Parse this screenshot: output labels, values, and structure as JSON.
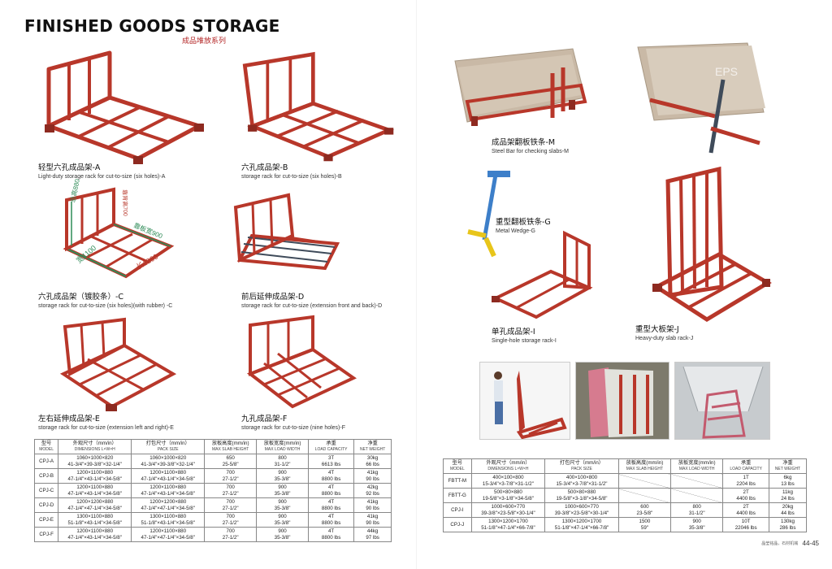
{
  "header": {
    "title": "FINISHED GOODS STORAGE",
    "subtitle": "成品堆放系列"
  },
  "products": {
    "a": {
      "cn": "轻型六孔成品架-A",
      "en": "Light-duty storage rack for cut-to-size (six holes)-A"
    },
    "b": {
      "cn": "六孔成品架-B",
      "en": "storage rack for cut-to-size (six holes)-B"
    },
    "c": {
      "cn": "六孔成品架（镀胶条）-C",
      "en": "storage rack for cut-to-size (six holes)(with rubber) -C"
    },
    "d": {
      "cn": "前后延伸成品架-D",
      "en": "storage rack for cut-to-size (extension front and back)-D"
    },
    "e": {
      "cn": "左右延伸成品架-E",
      "en": "storage rack for cut-to-size (extension left and right)-E"
    },
    "f": {
      "cn": "九孔成品架-F",
      "en": "storage rack for cut-to-size (nine holes)-F"
    },
    "m": {
      "cn": "成品架翻板铁条-M",
      "en": "Steel Bar for checking slabs-M"
    },
    "g": {
      "cn": "重型翻板铁条-G",
      "en": "Metal Wedge-G"
    },
    "i": {
      "cn": "单孔成品架-I",
      "en": "Single-hole storage rack-I"
    },
    "j": {
      "cn": "重型大板架-J",
      "en": "Heavy-duty slab rack-J"
    }
  },
  "dimension_labels": {
    "height_total": "总高880",
    "height_panel": "靠背高700",
    "width_panel": "靠板宽900",
    "width": "宽1100",
    "length": "长1200"
  },
  "watermark": "EPS",
  "table_left": {
    "headers": [
      {
        "cn": "型号",
        "en": "MODEL"
      },
      {
        "cn": "外观尺寸（mm/in）",
        "en": "DIMENSIONS L×W×H"
      },
      {
        "cn": "打包尺寸（mm/in）",
        "en": "PACK SIZE"
      },
      {
        "cn": "放板高度(mm/in)",
        "en": "MAX SLAB HEIGHT"
      },
      {
        "cn": "放板宽度(mm/in)",
        "en": "MAX LOAD WIDTH"
      },
      {
        "cn": "承重",
        "en": "LOAD CAPACITY"
      },
      {
        "cn": "净重",
        "en": "NET WEIGHT"
      }
    ],
    "rows": [
      {
        "model": "CPJ-A",
        "dim_mm": "1060×1000×820",
        "dim_in": "41-3/4\"×39-3/8\"×32-1/4\"",
        "pack_mm": "1060×1000×820",
        "pack_in": "41-3/4\"×39-3/8\"×32-1/4\"",
        "height_mm": "650",
        "height_in": "25-5/8\"",
        "width_mm": "800",
        "width_in": "31-1/2\"",
        "load_t": "3T",
        "load_lbs": "6613 lbs",
        "weight_kg": "30kg",
        "weight_lbs": "66 lbs"
      },
      {
        "model": "CPJ-B",
        "dim_mm": "1200×1100×880",
        "dim_in": "47-1/4\"×43-1/4\"×34-5/8\"",
        "pack_mm": "1200×1100×880",
        "pack_in": "47-1/4\"×43-1/4\"×34-5/8\"",
        "height_mm": "700",
        "height_in": "27-1/2\"",
        "width_mm": "900",
        "width_in": "35-3/8\"",
        "load_t": "4T",
        "load_lbs": "8800 lbs",
        "weight_kg": "41kg",
        "weight_lbs": "90 lbs"
      },
      {
        "model": "CPJ-C",
        "dim_mm": "1200×1100×880",
        "dim_in": "47-1/4\"×43-1/4\"×34-5/8\"",
        "pack_mm": "1200×1100×880",
        "pack_in": "47-1/4\"×43-1/4\"×34-5/8\"",
        "height_mm": "700",
        "height_in": "27-1/2\"",
        "width_mm": "900",
        "width_in": "35-3/8\"",
        "load_t": "4T",
        "load_lbs": "8800 lbs",
        "weight_kg": "42kg",
        "weight_lbs": "92 lbs"
      },
      {
        "model": "CPJ-D",
        "dim_mm": "1200×1200×880",
        "dim_in": "47-1/4\"×47-1/4\"×34-5/8\"",
        "pack_mm": "1200×1200×880",
        "pack_in": "47-1/4\"×47-1/4\"×34-5/8\"",
        "height_mm": "700",
        "height_in": "27-1/2\"",
        "width_mm": "900",
        "width_in": "35-3/8\"",
        "load_t": "4T",
        "load_lbs": "8800 lbs",
        "weight_kg": "41kg",
        "weight_lbs": "90 lbs"
      },
      {
        "model": "CPJ-E",
        "dim_mm": "1300×1100×880",
        "dim_in": "51-1/8\"×43-1/4\"×34-5/8\"",
        "pack_mm": "1300×1100×880",
        "pack_in": "51-1/8\"×43-1/4\"×34-5/8\"",
        "height_mm": "700",
        "height_in": "27-1/2\"",
        "width_mm": "900",
        "width_in": "35-3/8\"",
        "load_t": "4T",
        "load_lbs": "8800 lbs",
        "weight_kg": "41kg",
        "weight_lbs": "90 lbs"
      },
      {
        "model": "CPJ-F",
        "dim_mm": "1200×1100×880",
        "dim_in": "47-1/4\"×43-1/4\"×34-5/8\"",
        "pack_mm": "1200×1100×880",
        "pack_in": "47-1/4\"×47-1/4\"×34-5/8\"",
        "height_mm": "700",
        "height_in": "27-1/2\"",
        "width_mm": "900",
        "width_in": "35-3/8\"",
        "load_t": "4T",
        "load_lbs": "8800 lbs",
        "weight_kg": "44kg",
        "weight_lbs": "97 lbs"
      }
    ]
  },
  "table_right": {
    "headers": [
      {
        "cn": "型号",
        "en": "MODEL"
      },
      {
        "cn": "外观尺寸（mm/in）",
        "en": "DIMENSIONS L×W×H"
      },
      {
        "cn": "打包尺寸（mm/in）",
        "en": "PACK SIZE"
      },
      {
        "cn": "放板高度(mm/in)",
        "en": "MAX SLAB HEIGHT"
      },
      {
        "cn": "放板宽度(mm/in)",
        "en": "MAX LOAD WIDTH"
      },
      {
        "cn": "承重",
        "en": "LOAD CAPACITY"
      },
      {
        "cn": "净重",
        "en": "NET WEIGHT"
      }
    ],
    "rows": [
      {
        "model": "FBTT-M",
        "dim_mm": "400×100×800",
        "dim_in": "15-3/4\"×3-7/8\"×31-1/2\"",
        "pack_mm": "400×100×800",
        "pack_in": "15-3/4\"×3-7/8\"×31-1/2\"",
        "height_mm": "",
        "height_in": "",
        "width_mm": "",
        "width_in": "",
        "load_t": "1T",
        "load_lbs": "2204 lbs",
        "weight_kg": "6kg",
        "weight_lbs": "13 lbs"
      },
      {
        "model": "FBTT-G",
        "dim_mm": "500×80×880",
        "dim_in": "19-5/8\"×3-1/8\"×34-5/8\"",
        "pack_mm": "500×80×880",
        "pack_in": "19-5/8\"×3-1/8\"×34-5/8\"",
        "height_mm": "",
        "height_in": "",
        "width_mm": "",
        "width_in": "",
        "load_t": "2T",
        "load_lbs": "4400 lbs",
        "weight_kg": "11kg",
        "weight_lbs": "24 lbs"
      },
      {
        "model": "CPJ-I",
        "dim_mm": "1000×600×770",
        "dim_in": "39-3/8\"×23-5/8\"×30-1/4\"",
        "pack_mm": "1000×600×770",
        "pack_in": "39-3/8\"×23-5/8\"×30-1/4\"",
        "height_mm": "600",
        "height_in": "23-5/8\"",
        "width_mm": "800",
        "width_in": "31-1/2\"",
        "load_t": "2T",
        "load_lbs": "4400 lbs",
        "weight_kg": "20kg",
        "weight_lbs": "44 lbs"
      },
      {
        "model": "CPJ-J",
        "dim_mm": "1300×1200×1700",
        "dim_in": "51-1/8\"×47-1/4\"×66-7/8\"",
        "pack_mm": "1300×1200×1700",
        "pack_in": "51-1/8\"×47-1/4\"×66-7/8\"",
        "height_mm": "1500",
        "height_in": "59\"",
        "width_mm": "900",
        "width_in": "35-3/8\"",
        "load_t": "10T",
        "load_lbs": "22046 lbs",
        "weight_kg": "130kg",
        "weight_lbs": "286 lbs"
      }
    ]
  },
  "footer": {
    "small": "晶莹铭晶，石材机械",
    "page": "44-45"
  },
  "colors": {
    "rack_red": "#c0392b",
    "rack_dark": "#8e2a20",
    "rubber_green": "#2e8b57",
    "wedge_yellow": "#e8c51a",
    "stone": "#c9b9a6"
  }
}
